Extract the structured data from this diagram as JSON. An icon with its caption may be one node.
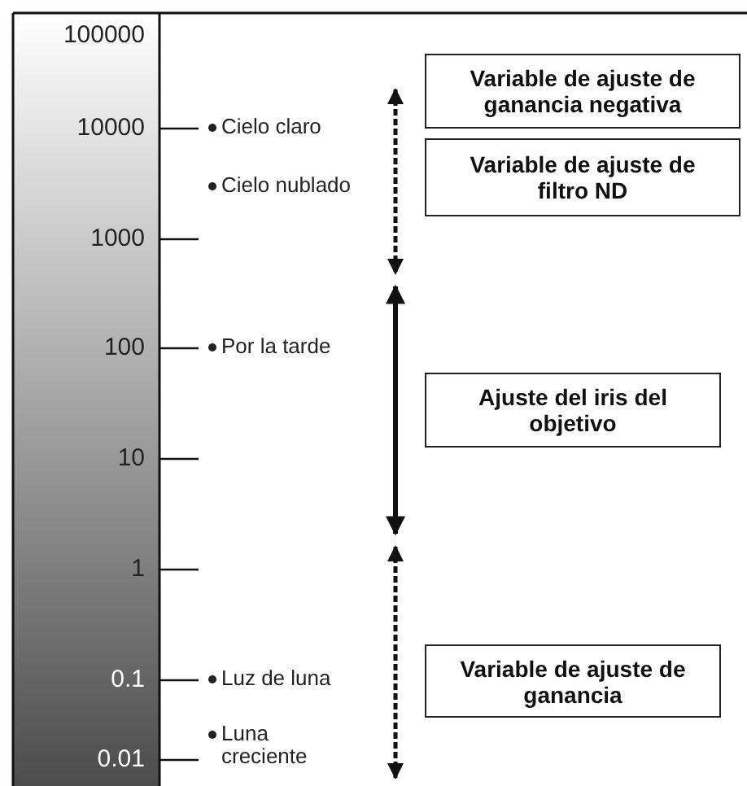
{
  "diagram": {
    "nodes": [
      {
        "text": [
          "Variable de ajuste de ganancia negativa"
        ]
      },
      {
        "text": [
          "Variable de ajuste de filtro ND"
        ]
      },
      {
        "text": [
          "Ajuste del iris del objetivo"
        ]
      },
      {
        "text": [
          "Variable de ajuste de ganancia"
        ]
      }
    ],
    "labels": [
      "100000",
      "10000",
      "Cielo claro",
      "Cielo nublado",
      "1000",
      "100",
      "Por la tarde",
      "10",
      "1",
      "0.1",
      "Luz de luna",
      "0.01",
      "Luna creciente"
    ]
  }
}
